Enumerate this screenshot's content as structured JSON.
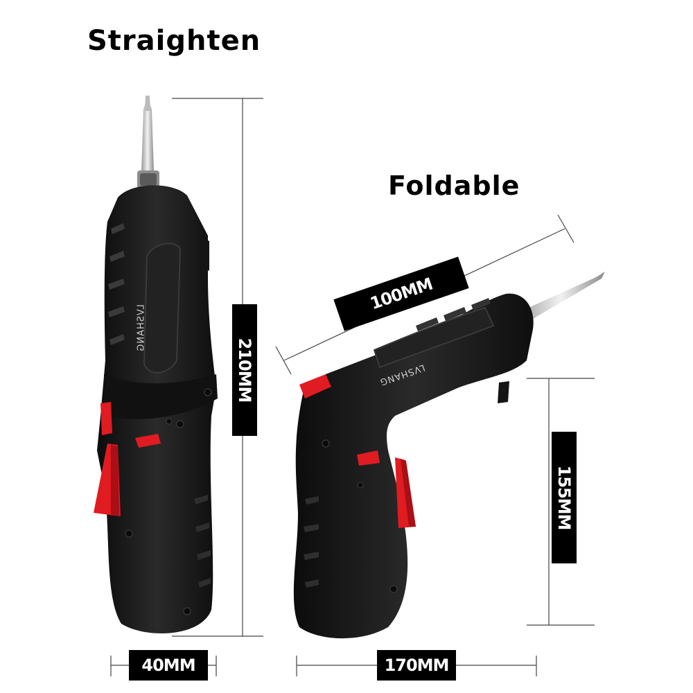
{
  "titles": {
    "straighten": "Straighten",
    "foldable": "Foldable"
  },
  "dimensions": {
    "height_straight": "210MM",
    "width_straight": "40MM",
    "length_folded": "100MM",
    "height_folded": "155MM",
    "width_folded": "170MM"
  },
  "brand": {
    "name": "LVSHANG"
  },
  "colors": {
    "body": "#1b1b1b",
    "accent_red": "#e01b22",
    "label_bg": "#000000",
    "label_text": "#ffffff"
  }
}
